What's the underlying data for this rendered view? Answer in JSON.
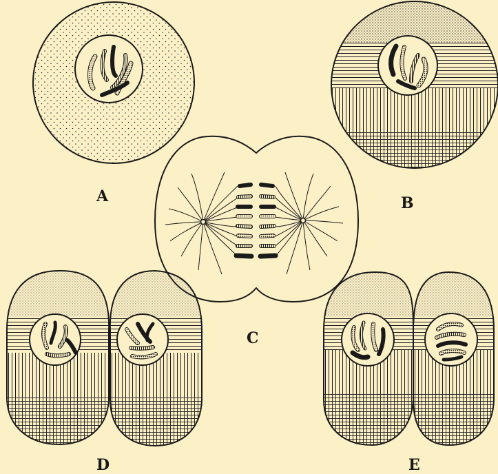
{
  "panels": [
    {
      "id": "A",
      "label": "A"
    },
    {
      "id": "B",
      "label": "B"
    },
    {
      "id": "C",
      "label": "C"
    },
    {
      "id": "D",
      "label": "D"
    },
    {
      "id": "E",
      "label": "E"
    }
  ],
  "colors": {
    "background": "#fcf0c7",
    "ink": "#1a1a1a",
    "stipple": "#3a3a3a"
  }
}
